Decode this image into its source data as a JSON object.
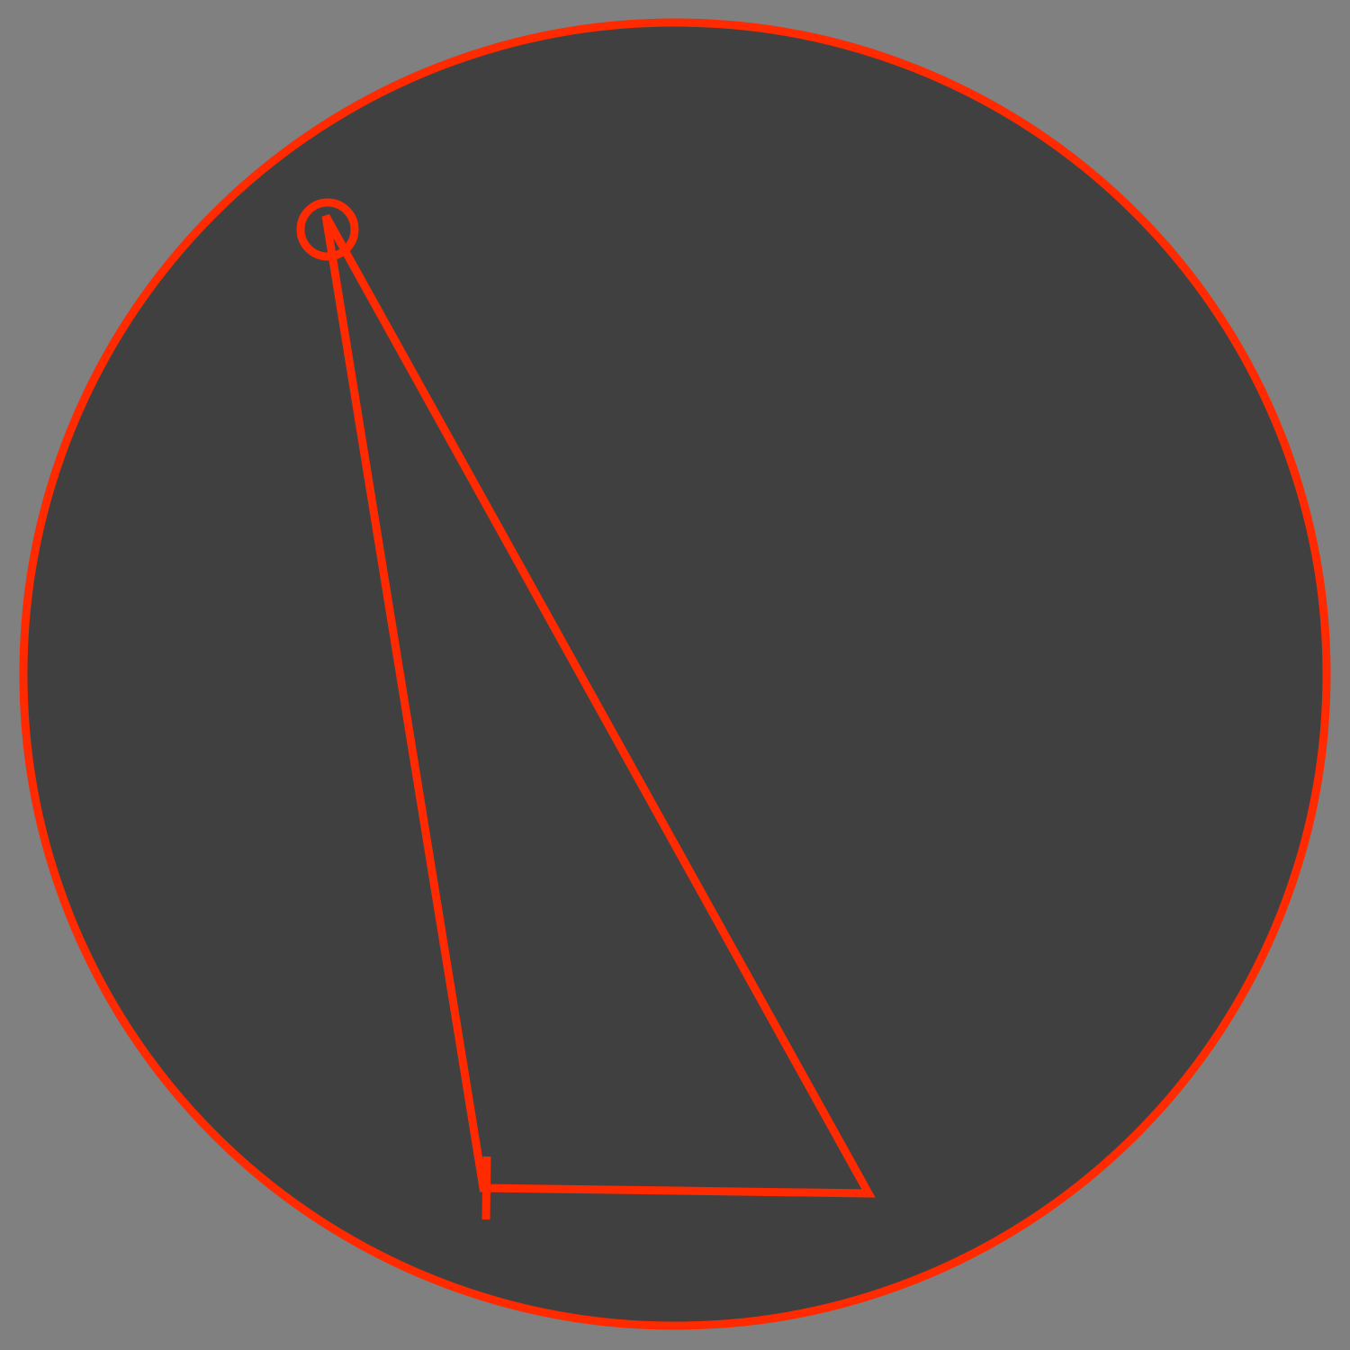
{
  "colors": {
    "background": "#808080",
    "disc_fill": "#404040",
    "stroke": "#ff2a00"
  },
  "shapes": [
    "outer-circle",
    "apex-marker-circle",
    "sail-triangle",
    "mast-mark"
  ]
}
